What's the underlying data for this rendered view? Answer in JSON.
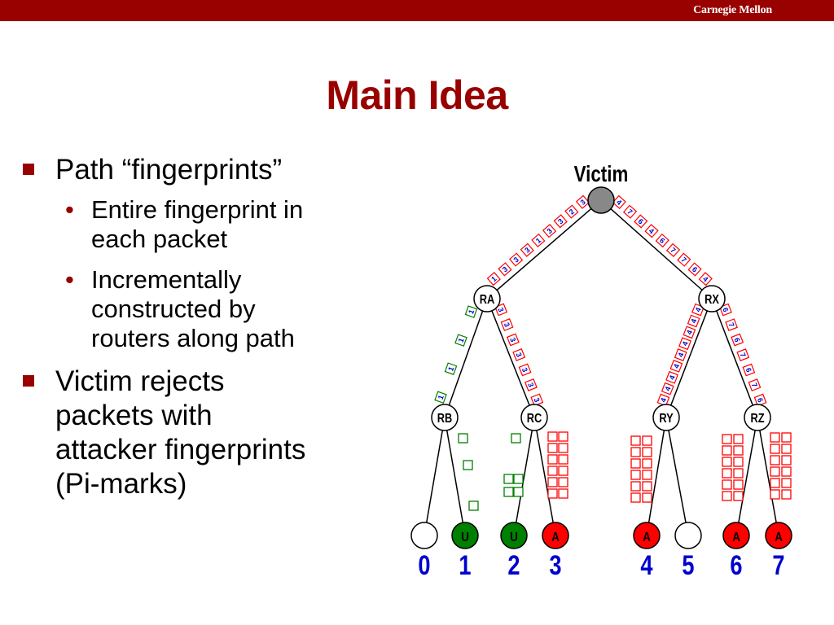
{
  "header": {
    "brand": "Carnegie Mellon"
  },
  "slide": {
    "title": "Main Idea",
    "bullets": [
      {
        "text": "Path “fingerprints”",
        "sub": [
          {
            "lines": [
              "Entire fingerprint in",
              "each packet"
            ]
          },
          {
            "lines": [
              "Incrementally",
              "constructed by",
              "routers along path"
            ]
          }
        ]
      },
      {
        "lines": [
          "Victim rejects",
          "packets with",
          "attacker fingerprints",
          "(Pi-marks)"
        ]
      }
    ]
  },
  "diagram": {
    "root_label": "Victim",
    "routers": [
      "RA",
      "RX",
      "RB",
      "RC",
      "RY",
      "RZ"
    ],
    "leaves": [
      {
        "label": "",
        "number": "0",
        "color": "#ffffff"
      },
      {
        "label": "U",
        "number": "1",
        "color": "#008000"
      },
      {
        "label": "U",
        "number": "2",
        "color": "#008000"
      },
      {
        "label": "A",
        "number": "3",
        "color": "#ff0000"
      },
      {
        "label": "A",
        "number": "4",
        "color": "#ff0000"
      },
      {
        "label": "",
        "number": "5",
        "color": "#ffffff"
      },
      {
        "label": "A",
        "number": "6",
        "color": "#ff0000"
      },
      {
        "label": "A",
        "number": "7",
        "color": "#ff0000"
      }
    ],
    "edge_marks": {
      "victim_ra": [
        "3",
        "2",
        "3",
        "3",
        "1",
        "3",
        "3",
        "3",
        "1"
      ],
      "victim_rx": [
        "4",
        "7",
        "6",
        "4",
        "6",
        "7",
        "7",
        "6",
        "4"
      ],
      "ra_rb": [
        "1",
        "1",
        "1",
        "1"
      ],
      "ra_rc": [
        "3",
        "3",
        "3",
        "3",
        "3",
        "3",
        "3"
      ],
      "rx_ry": [
        "4",
        "4",
        "4",
        "4",
        "4",
        "4",
        "4",
        "4",
        "4"
      ],
      "rx_rz": [
        "6",
        "7",
        "6",
        "7",
        "6",
        "7",
        "6"
      ]
    },
    "colors": {
      "blue": "#0000cc",
      "green": "#008000",
      "red": "#ff0000",
      "root": "#888888"
    }
  }
}
